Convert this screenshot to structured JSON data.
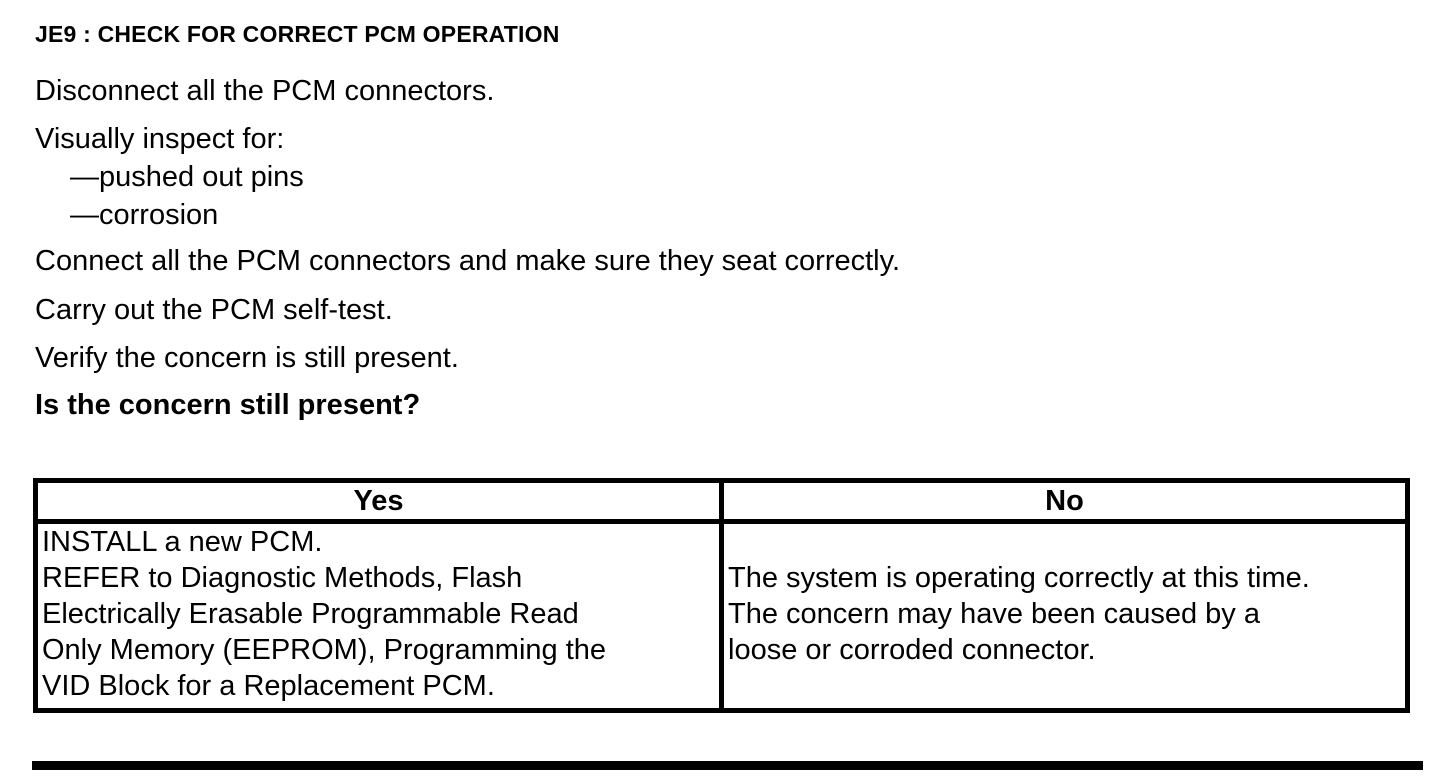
{
  "page": {
    "title": "JE9 : CHECK FOR CORRECT PCM OPERATION",
    "paragraphs": [
      {
        "text": "Disconnect all the PCM connectors."
      },
      {
        "text": "Visually inspect for:"
      },
      {
        "text": "—pushed out pins"
      },
      {
        "text": "—corrosion"
      },
      {
        "text": "Connect all the PCM connectors and make sure they seat correctly."
      },
      {
        "text": "Carry out the PCM self-test."
      },
      {
        "text": "Verify the concern is still present."
      },
      {
        "text": "Is the concern still present?"
      }
    ],
    "decision_table": {
      "headers": [
        "Yes",
        "No"
      ],
      "yes_cell": "INSTALL a new PCM.\nREFER to Diagnostic Methods, Flash\nElectrically Erasable Programmable Read\nOnly Memory (EEPROM), Programming the\nVID Block for a Replacement PCM.",
      "no_cell": "The system is operating correctly at this time.\nThe concern may have been caused by a\nloose or corroded connector."
    },
    "colors": {
      "text": "#000000",
      "background": "#ffffff",
      "border": "#000000"
    }
  }
}
